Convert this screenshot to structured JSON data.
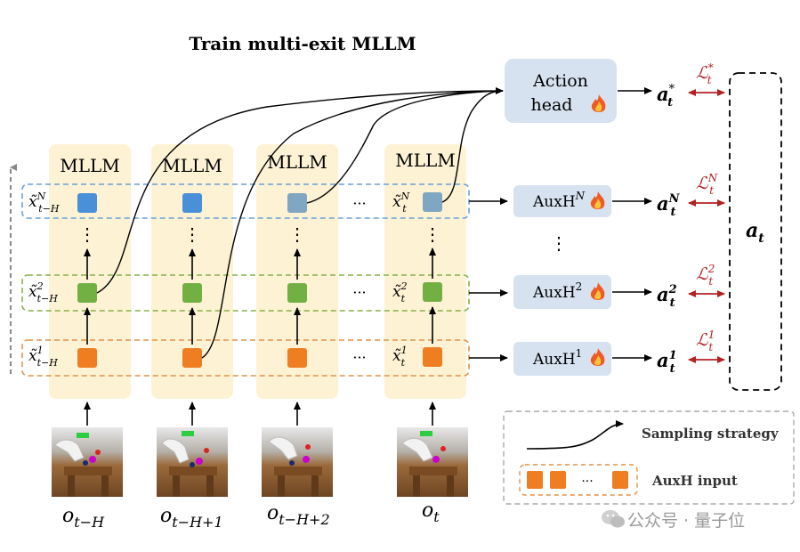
{
  "title": "Train multi-exit MLLM",
  "mllm_label": "MLLM",
  "action_head": {
    "line1": "Action",
    "line2": "head"
  },
  "aux_heads": [
    {
      "label": "AuxH",
      "sup": "N",
      "out": "a",
      "out_sup": "N",
      "loss_sup": "N"
    },
    {
      "label": "AuxH",
      "sup": "2",
      "out": "a",
      "out_sup": "2",
      "loss_sup": "2"
    },
    {
      "label": "AuxH",
      "sup": "1",
      "out": "a",
      "out_sup": "1",
      "loss_sup": "1"
    }
  ],
  "star_output": {
    "out": "a",
    "sup": "*",
    "loss_sup": "*"
  },
  "loss_symbol": "ℒ",
  "subscript_t": "t",
  "target": {
    "symbol": "a",
    "sub": "t"
  },
  "row_labels": {
    "left": [
      {
        "sym": "x̃",
        "sup": "N",
        "sub": "t−H"
      },
      {
        "sym": "x̃",
        "sup": "2",
        "sub": "t−H"
      },
      {
        "sym": "x̃",
        "sup": "1",
        "sub": "t−H"
      }
    ],
    "right": [
      {
        "sym": "x̃",
        "sup": "N",
        "sub": "t"
      },
      {
        "sym": "x̃",
        "sup": "2",
        "sub": "t"
      },
      {
        "sym": "x̃",
        "sup": "1",
        "sub": "t"
      }
    ]
  },
  "observations": [
    {
      "sym": "o",
      "sub": "t−H"
    },
    {
      "sym": "o",
      "sub": "t−H+1"
    },
    {
      "sym": "o",
      "sub": "t−H+2"
    },
    {
      "sym": "o",
      "sub": "t"
    }
  ],
  "dots": "···",
  "vdots": "⋮",
  "legend": {
    "sampling": "Sampling strategy",
    "auxh_input": "AuxH input"
  },
  "watermark": "公众号 · 量子位",
  "colors": {
    "column_bg": "#fdf2d4",
    "head_bg": "#d6e2f0",
    "blue_square": "#4a90d9",
    "steel_square": "#7fa6c2",
    "green_square": "#72b043",
    "orange_square": "#ef7d22",
    "blue_dash": "#6a9fd6",
    "green_dash": "#88b04b",
    "orange_dash": "#e0924a",
    "loss_red": "#b22222"
  }
}
